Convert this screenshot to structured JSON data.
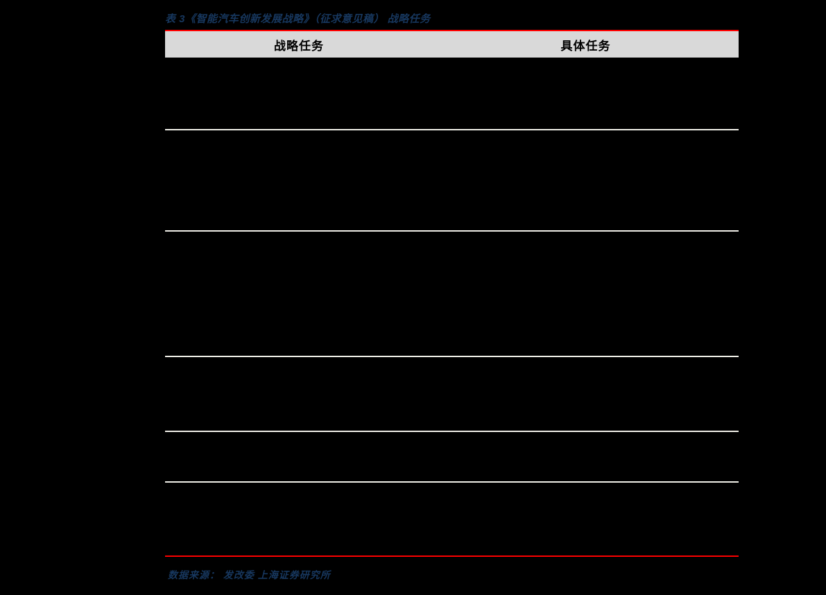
{
  "page": {
    "background_color": "#000000"
  },
  "table": {
    "title": "表 3《智能汽车创新发展战略》（征求意见稿） 战略任务",
    "title_color": "#17375E",
    "accent_rule_color": "#FE0000",
    "separator_color": "#F2F1EA",
    "header": {
      "background_color": "#D9D9D9",
      "col_strategy": "战略任务",
      "col_detail": "具体任务"
    },
    "rows": [
      {
        "strategy": "",
        "detail": ""
      },
      {
        "strategy": "",
        "detail": ""
      },
      {
        "strategy": "",
        "detail": ""
      },
      {
        "strategy": "",
        "detail": ""
      },
      {
        "strategy": "",
        "detail": ""
      },
      {
        "strategy": "",
        "detail": ""
      }
    ]
  },
  "footer": {
    "source": "数据来源： 发改委 上海证券研究所",
    "source_color": "#17375E"
  }
}
